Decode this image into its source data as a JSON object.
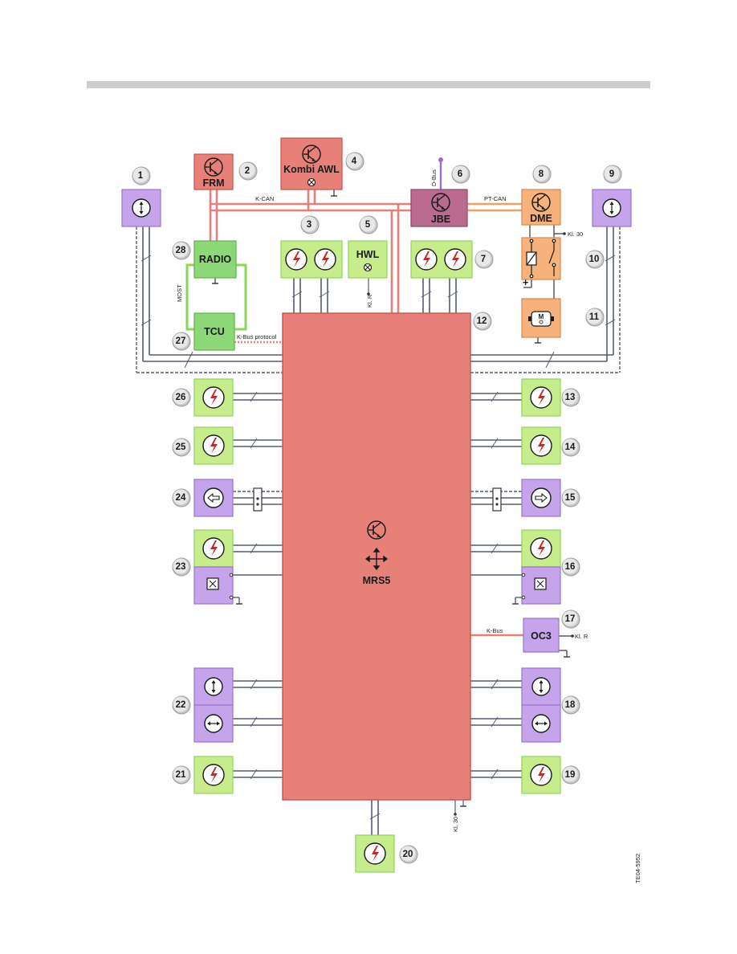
{
  "colors": {
    "red_box": "#e8807a",
    "red_box_stroke": "#c8524c",
    "green_box": "#c6ec8c",
    "green_box_stroke": "#8fd45a",
    "purple_box": "#c6a4ec",
    "purple_box_stroke": "#9a72d0",
    "orange_box": "#f7b27c",
    "jbe_box": "#b96a8e",
    "wire_red": "#e8807a",
    "wire_purple": "#9a6bd0",
    "wire_green": "#8fd45a",
    "wire_orange": "#f0a060",
    "wire_grey": "#555d6e"
  },
  "icons": {
    "transistor": "transistor-icon",
    "lamp": "lamp-icon",
    "squib": "squib-icon",
    "sensor_vertical": "up-down-sensor-icon",
    "sensor_horizontal": "left-right-sensor-icon",
    "seat_occupancy": "seat-occupancy-icon",
    "belt_contact": "belt-contact-icon",
    "motor": "motor-icon",
    "relay": "relay-icon",
    "crosshair": "directional-arrows-icon"
  },
  "modules": {
    "frm": "FRM",
    "kombi": "Kombi AWL",
    "jbe": "JBE",
    "dme": "DME",
    "radio": "RADIO",
    "tcu": "TCU",
    "hwl": "HWL",
    "oc3": "OC3",
    "mrs5": "MRS5"
  },
  "bus_labels": {
    "k_can": "K-CAN",
    "d_bus": "D-Bus",
    "pt_can": "PT-CAN",
    "most": "MOST",
    "k_bus_protocol": "K-Bus protocol",
    "k_bus": "K-Bus",
    "kl30_relay": "Kl. 30",
    "kl_r_hwl": "Kl. R",
    "kl_r_oc3": "Kl. R",
    "kl30_mrs": "Kl. 30",
    "relay_plus": "+"
  },
  "numbers": [
    "1",
    "2",
    "3",
    "4",
    "5",
    "6",
    "7",
    "8",
    "9",
    "10",
    "11",
    "12",
    "13",
    "14",
    "15",
    "16",
    "17",
    "18",
    "19",
    "20",
    "21",
    "22",
    "23",
    "24",
    "25",
    "26",
    "27",
    "28"
  ],
  "figure_code": "TE04-5952"
}
